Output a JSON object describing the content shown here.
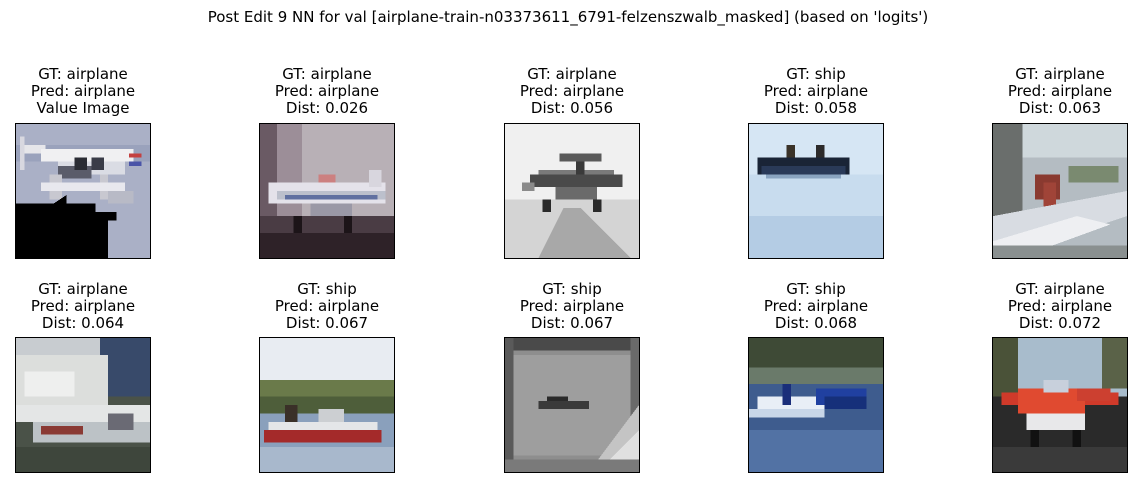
{
  "figure": {
    "title": "Post Edit 9 NN for val [airplane-train-n03373611_6791-felzenszwalb_masked] (based on 'logits')"
  },
  "panels": [
    {
      "gt": "GT: airplane",
      "pred": "Pred: airplane",
      "extra": "Value Image",
      "scene": "seaplane-masked"
    },
    {
      "gt": "GT: airplane",
      "pred": "Pred: airplane",
      "extra": "Dist: 0.026",
      "scene": "jet-dark"
    },
    {
      "gt": "GT: airplane",
      "pred": "Pred: airplane",
      "extra": "Dist: 0.056",
      "scene": "biplane-gray"
    },
    {
      "gt": "GT: ship",
      "pred": "Pred: airplane",
      "extra": "Dist: 0.058",
      "scene": "boat-light"
    },
    {
      "gt": "GT: airplane",
      "pred": "Pred: airplane",
      "extra": "Dist: 0.063",
      "scene": "plane-wing"
    },
    {
      "gt": "GT: airplane",
      "pred": "Pred: airplane",
      "extra": "Dist: 0.064",
      "scene": "boat-dock"
    },
    {
      "gt": "GT: ship",
      "pred": "Pred: airplane",
      "extra": "Dist: 0.067",
      "scene": "boat-red"
    },
    {
      "gt": "GT: ship",
      "pred": "Pred: airplane",
      "extra": "Dist: 0.067",
      "scene": "boat-gray"
    },
    {
      "gt": "GT: ship",
      "pred": "Pred: airplane",
      "extra": "Dist: 0.068",
      "scene": "speedboat-blue"
    },
    {
      "gt": "GT: airplane",
      "pred": "Pred: airplane",
      "extra": "Dist: 0.072",
      "scene": "plane-red"
    }
  ]
}
